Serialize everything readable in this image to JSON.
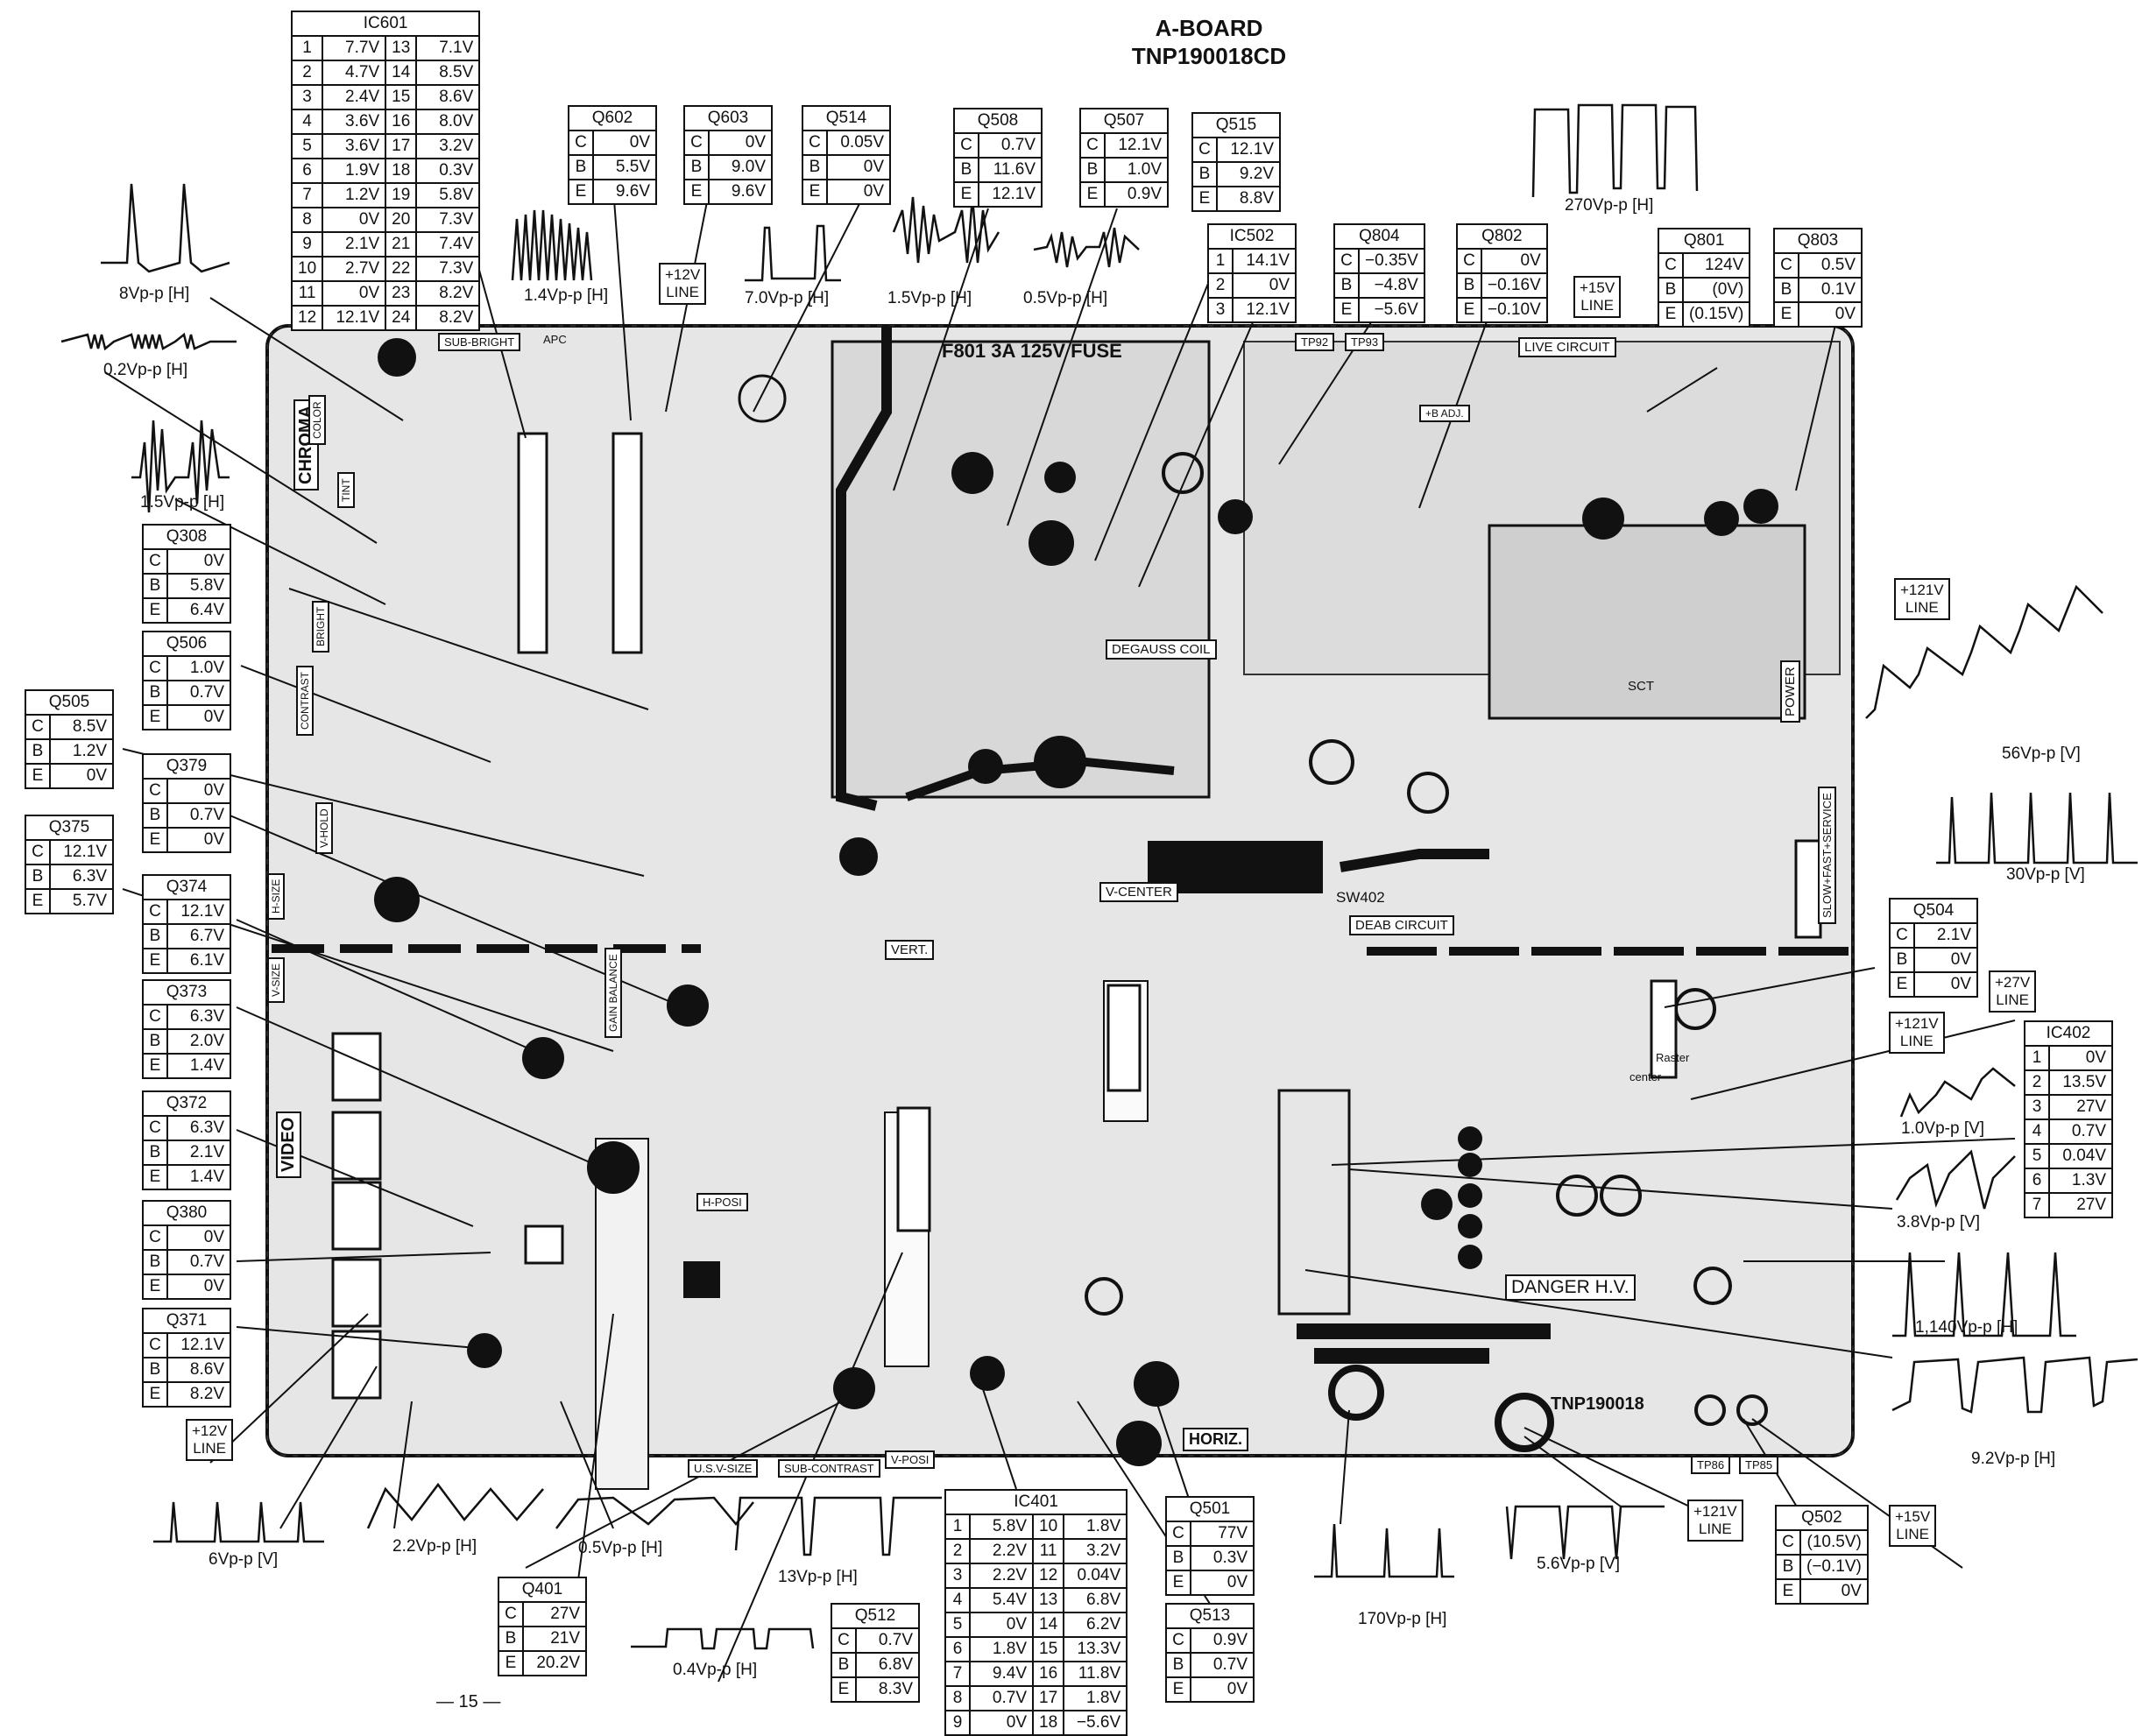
{
  "title": {
    "line1": "A-BOARD",
    "line2": "TNP190018CD"
  },
  "page_number": "— 15 —",
  "colors": {
    "ink": "#111111",
    "paper": "#ffffff",
    "board": "#e6e6e6",
    "trace": "#1a1a1a"
  },
  "ic_tables": {
    "ic601": {
      "name": "IC601",
      "rows": [
        [
          "1",
          "7.7V",
          "13",
          "7.1V"
        ],
        [
          "2",
          "4.7V",
          "14",
          "8.5V"
        ],
        [
          "3",
          "2.4V",
          "15",
          "8.6V"
        ],
        [
          "4",
          "3.6V",
          "16",
          "8.0V"
        ],
        [
          "5",
          "3.6V",
          "17",
          "3.2V"
        ],
        [
          "6",
          "1.9V",
          "18",
          "0.3V"
        ],
        [
          "7",
          "1.2V",
          "19",
          "5.8V"
        ],
        [
          "8",
          "0V",
          "20",
          "7.3V"
        ],
        [
          "9",
          "2.1V",
          "21",
          "7.4V"
        ],
        [
          "10",
          "2.7V",
          "22",
          "7.3V"
        ],
        [
          "11",
          "0V",
          "23",
          "8.2V"
        ],
        [
          "12",
          "12.1V",
          "24",
          "8.2V"
        ]
      ]
    },
    "ic502": {
      "name": "IC502",
      "rows": [
        [
          "1",
          "14.1V"
        ],
        [
          "2",
          "0V"
        ],
        [
          "3",
          "12.1V"
        ]
      ]
    },
    "ic402": {
      "name": "IC402",
      "rows": [
        [
          "1",
          "0V"
        ],
        [
          "2",
          "13.5V"
        ],
        [
          "3",
          "27V"
        ],
        [
          "4",
          "0.7V"
        ],
        [
          "5",
          "0.04V"
        ],
        [
          "6",
          "1.3V"
        ],
        [
          "7",
          "27V"
        ]
      ]
    },
    "ic401": {
      "name": "IC401",
      "rows": [
        [
          "1",
          "5.8V",
          "10",
          "1.8V"
        ],
        [
          "2",
          "2.2V",
          "11",
          "3.2V"
        ],
        [
          "3",
          "2.2V",
          "12",
          "0.04V"
        ],
        [
          "4",
          "5.4V",
          "13",
          "6.8V"
        ],
        [
          "5",
          "0V",
          "14",
          "6.2V"
        ],
        [
          "6",
          "1.8V",
          "15",
          "13.3V"
        ],
        [
          "7",
          "9.4V",
          "16",
          "11.8V"
        ],
        [
          "8",
          "0.7V",
          "17",
          "1.8V"
        ],
        [
          "9",
          "0V",
          "18",
          "−5.6V"
        ]
      ]
    }
  },
  "transistors": {
    "q602": {
      "name": "Q602",
      "c": "0V",
      "b": "5.5V",
      "e": "9.6V"
    },
    "q603": {
      "name": "Q603",
      "c": "0V",
      "b": "9.0V",
      "e": "9.6V"
    },
    "q514": {
      "name": "Q514",
      "c": "0.05V",
      "b": "0V",
      "e": "0V"
    },
    "q508": {
      "name": "Q508",
      "c": "0.7V",
      "b": "11.6V",
      "e": "12.1V"
    },
    "q507": {
      "name": "Q507",
      "c": "12.1V",
      "b": "1.0V",
      "e": "0.9V"
    },
    "q515": {
      "name": "Q515",
      "c": "12.1V",
      "b": "9.2V",
      "e": "8.8V"
    },
    "q804": {
      "name": "Q804",
      "c": "−0.35V",
      "b": "−4.8V",
      "e": "−5.6V"
    },
    "q802": {
      "name": "Q802",
      "c": "0V",
      "b": "−0.16V",
      "e": "−0.10V"
    },
    "q801": {
      "name": "Q801",
      "c": "124V",
      "b": "(0V)",
      "e": "(0.15V)"
    },
    "q803": {
      "name": "Q803",
      "c": "0.5V",
      "b": "0.1V",
      "e": "0V"
    },
    "q308": {
      "name": "Q308",
      "c": "0V",
      "b": "5.8V",
      "e": "6.4V"
    },
    "q506": {
      "name": "Q506",
      "c": "1.0V",
      "b": "0.7V",
      "e": "0V"
    },
    "q505": {
      "name": "Q505",
      "c": "8.5V",
      "b": "1.2V",
      "e": "0V"
    },
    "q379": {
      "name": "Q379",
      "c": "0V",
      "b": "0.7V",
      "e": "0V"
    },
    "q375": {
      "name": "Q375",
      "c": "12.1V",
      "b": "6.3V",
      "e": "5.7V"
    },
    "q374": {
      "name": "Q374",
      "c": "12.1V",
      "b": "6.7V",
      "e": "6.1V"
    },
    "q373": {
      "name": "Q373",
      "c": "6.3V",
      "b": "2.0V",
      "e": "1.4V"
    },
    "q372": {
      "name": "Q372",
      "c": "6.3V",
      "b": "2.1V",
      "e": "1.4V"
    },
    "q380": {
      "name": "Q380",
      "c": "0V",
      "b": "0.7V",
      "e": "0V"
    },
    "q371": {
      "name": "Q371",
      "c": "12.1V",
      "b": "8.6V",
      "e": "8.2V"
    },
    "q504": {
      "name": "Q504",
      "c": "2.1V",
      "b": "0V",
      "e": "0V"
    },
    "q401": {
      "name": "Q401",
      "c": "27V",
      "b": "21V",
      "e": "20.2V"
    },
    "q512": {
      "name": "Q512",
      "c": "0.7V",
      "b": "6.8V",
      "e": "8.3V"
    },
    "q501": {
      "name": "Q501",
      "c": "77V",
      "b": "0.3V",
      "e": "0V"
    },
    "q513": {
      "name": "Q513",
      "c": "0.9V",
      "b": "0.7V",
      "e": "0V"
    },
    "q502": {
      "name": "Q502",
      "c": "(10.5V)",
      "b": "(−0.1V)",
      "e": "0V"
    }
  },
  "line_labels": {
    "l12v_top": [
      "+12V",
      "LINE"
    ],
    "l15v_top": [
      "+15V",
      "LINE"
    ],
    "l121v_a": [
      "+121V",
      "LINE"
    ],
    "l27v": [
      "+27V",
      "LINE"
    ],
    "l121v_b": [
      "+121V",
      "LINE"
    ],
    "l12v_bot": [
      "+12V",
      "LINE"
    ],
    "l121v_c": [
      "+121V",
      "LINE"
    ],
    "l15v_bot": [
      "+15V",
      "LINE"
    ]
  },
  "waveform_labels": {
    "w8": "8Vp-p [H]",
    "w02": "0.2Vp-p [H]",
    "w15a": "1.5Vp-p [H]",
    "w14": "1.4Vp-p [H]",
    "w70": "7.0Vp-p [H]",
    "w15b": "1.5Vp-p [H]",
    "w05a": "0.5Vp-p [H]",
    "w270": "270Vp-p [H]",
    "w56": "56Vp-p [V]",
    "w30": "30Vp-p [V]",
    "w10": "1.0Vp-p [V]",
    "w38": "3.8Vp-p [V]",
    "w1140": "1,140Vp-p [H]",
    "w92": "9.2Vp-p [H]",
    "w6": "6Vp-p [V]",
    "w22": "2.2Vp-p [H]",
    "w05b": "0.5Vp-p [H]",
    "w13": "13Vp-p [H]",
    "w04": "0.4Vp-p [H]",
    "w170": "170Vp-p [H]",
    "w56h": "5.6Vp-p [V]"
  },
  "board_labels": {
    "fuse": "F801  3A  125V FUSE",
    "live": "LIVE CIRCUIT",
    "chroma": "CHROMA",
    "video": "VIDEO",
    "power": "POWER",
    "degauss": "DEGAUSS COIL",
    "danger": "DANGER H.V.",
    "horiz": "HORIZ.",
    "vcenter": "V-CENTER",
    "vert": "VERT.",
    "deab": "DEAB CIRCUIT",
    "sw402": "SW402",
    "board_no": "TNP190018",
    "slow": "SLOW+FAST+SERVICE",
    "tp92": "TP92",
    "tp93": "TP93",
    "tp86": "TP86",
    "tp85": "TP85",
    "hposi": "H-POSI",
    "usize": "U.S.V-SIZE",
    "subcontrast": "SUB-CONTRAST",
    "vposi": "V-POSI",
    "subbright": "SUB-BRIGHT",
    "apc": "APC",
    "bright": "BRIGHT",
    "contrast": "CONTRAST",
    "tint": "TINT",
    "color": "COLOR",
    "hsize": "H-SIZE",
    "vsize": "V-SIZE",
    "vhold": "V-HOLD",
    "gain": "GAIN BALANCE",
    "badj": "+B ADJ.",
    "sct": "SCT",
    "center": "center",
    "raster": "Raster"
  }
}
